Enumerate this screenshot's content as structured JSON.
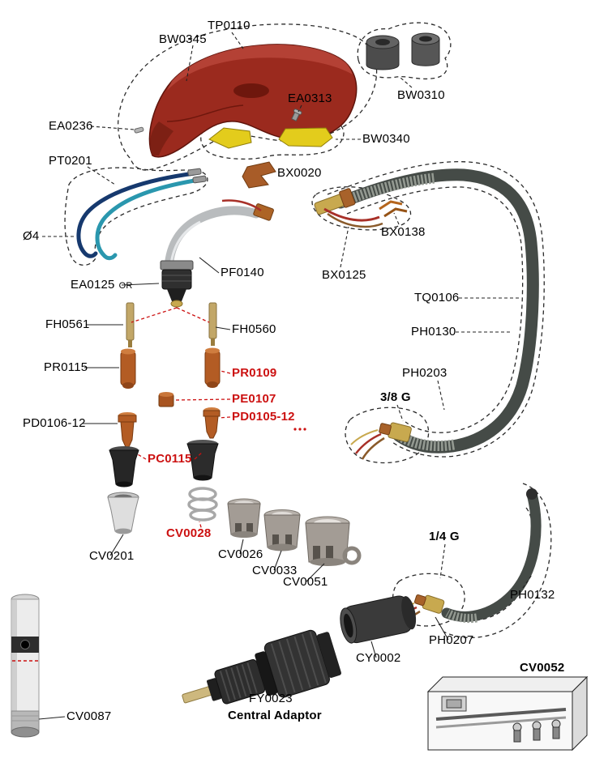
{
  "diagram": {
    "kind": "exploded-parts-diagram",
    "colors": {
      "highlight_label": "#cc1111",
      "handle_red": "#9b2a1e",
      "trigger_yellow": "#e3cc1c",
      "tube_blue": "#16396e",
      "tube_teal": "#2a97ae",
      "copper": "#b35c24",
      "brass": "#c8a94f",
      "cable_gray": "#454b47"
    }
  },
  "labels": {
    "tp0110": "TP0110",
    "bw0345": "BW0345",
    "bw0310": "BW0310",
    "ea0313": "EA0313",
    "ea0236": "EA0236",
    "bw0340": "BW0340",
    "pt0201": "PT0201",
    "bx0020": "BX0020",
    "bx0138": "BX0138",
    "dia4": "Ø4",
    "pf0140": "PF0140",
    "bx0125": "BX0125",
    "ea0125": "EA0125",
    "ea0125_or": "OR",
    "tq0106": "TQ0106",
    "fh0561": "FH0561",
    "fh0560": "FH0560",
    "ph0130": "PH0130",
    "pr0115": "PR0115",
    "pr0109": "PR0109",
    "ph0203": "PH0203",
    "g38": "3/8 G",
    "pe0107": "PE0107",
    "pd0105": "PD0105-12",
    "pd0106": "PD0106-12",
    "pc0115": "PC0115",
    "cv0028": "CV0028",
    "cv0201": "CV0201",
    "cv0026": "CV0026",
    "cv0033": "CV0033",
    "cv0051": "CV0051",
    "g14": "1/4 G",
    "ph0132": "PH0132",
    "ph0207": "PH0207",
    "cy0002": "CY0002",
    "fy0023": "FY0023",
    "central_adaptor": "Central Adaptor",
    "cv0087": "CV0087",
    "cv0052": "CV0052"
  }
}
